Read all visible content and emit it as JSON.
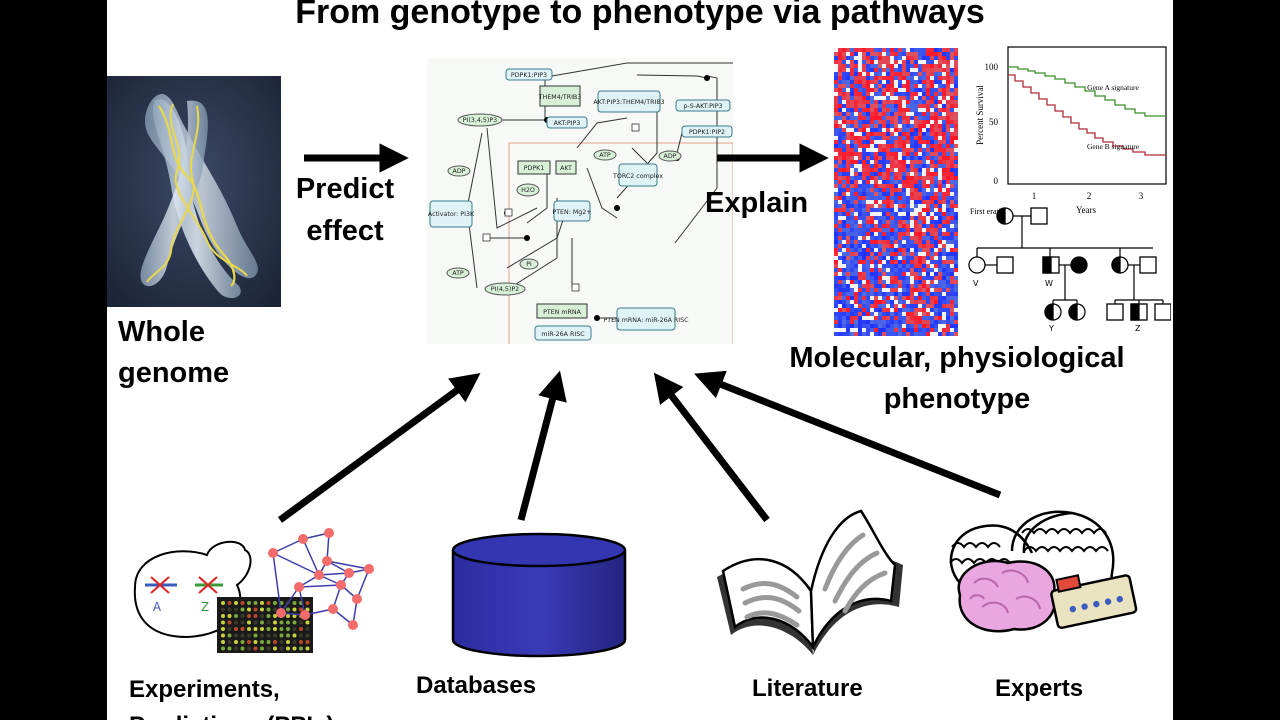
{
  "title": "From genotype to phenotype via pathways",
  "labels": {
    "whole_genome_line1": "Whole",
    "whole_genome_line2": "genome",
    "predict_line1": "Predict",
    "predict_line2": "effect",
    "explain": "Explain",
    "phenotype_line1": "Molecular, physiological",
    "phenotype_line2": "phenotype",
    "experiments_line1": "Experiments,",
    "experiments_line2": "Predictions (PPIs)",
    "databases": "Databases",
    "literature": "Literature",
    "experts": "Experts"
  },
  "pathway": {
    "nodes": [
      "PDPK1:PIP3",
      "THEM4/TRIB3",
      "AKT:PIP3:THEM4/TRIB3",
      "p-S-AKT:PIP3",
      "PI(3,4,5)P3",
      "AKT:PIP3",
      "PDPK1:PIP2",
      "PDPK1",
      "AKT",
      "ATP",
      "TORC2 complex",
      "ADP",
      "H2O",
      "Activator: PI3K",
      "PTEN: Mg2+",
      "Pi",
      "PI(4,5)P2",
      "PTEN mRNA",
      "PTEN mRNA: miR-26A RISC",
      "miR-26A RISC"
    ]
  },
  "survival": {
    "ylabel": "Percent Survival",
    "xlabel": "Years",
    "yticks": [
      "100",
      "50",
      "0"
    ],
    "xticks": [
      "1",
      "2",
      "3"
    ],
    "seriesA": "Gene A signature",
    "seriesB": "Gene B signature"
  },
  "pedigree": {
    "gen_label": "First eration",
    "individuals": [
      "V",
      "W",
      "Y",
      "Z"
    ]
  },
  "experiment_genes": [
    "A",
    "Z"
  ],
  "colors": {
    "background": "#ffffff",
    "frame": "#000000",
    "db_blue": "#2b2c9e",
    "pathway_node": "#d8f0d8",
    "pathway_complex": "#dff3f7",
    "network_node": "#f36b6b",
    "network_edge": "#3c3caa"
  }
}
